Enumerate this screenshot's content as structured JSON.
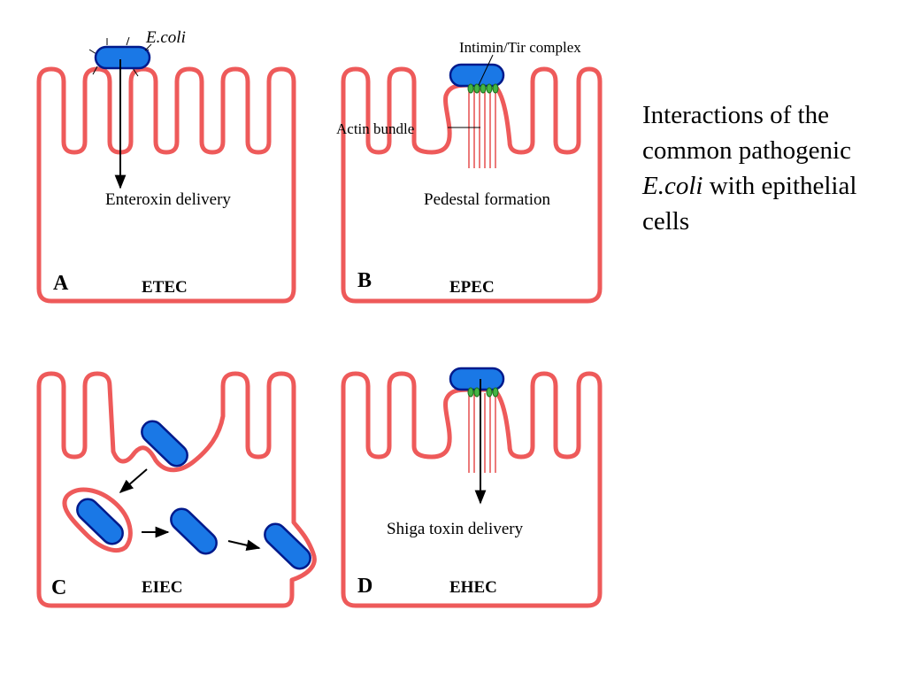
{
  "caption": {
    "line1": "Interactions of the",
    "line2": "common pathogenic",
    "line3_italic": "E.coli",
    "line3_rest": " with epithelial",
    "line4": "cells"
  },
  "panels": {
    "A": {
      "letter": "A",
      "name": "ETEC",
      "ecoli_label": "E.coli",
      "process": "Enteroxin delivery"
    },
    "B": {
      "letter": "B",
      "name": "EPEC",
      "complex_label": "Intimin/Tir complex",
      "actin_label": "Actin bundle",
      "process": "Pedestal formation"
    },
    "C": {
      "letter": "C",
      "name": "EIEC"
    },
    "D": {
      "letter": "D",
      "name": "EHEC",
      "process": "Shiga toxin delivery"
    }
  },
  "colors": {
    "cell_membrane": "#ee5a5a",
    "bacterium_fill": "#1a78e6",
    "bacterium_outline": "#001a8c",
    "intimin": "#44b444",
    "actin": "#e02020"
  }
}
